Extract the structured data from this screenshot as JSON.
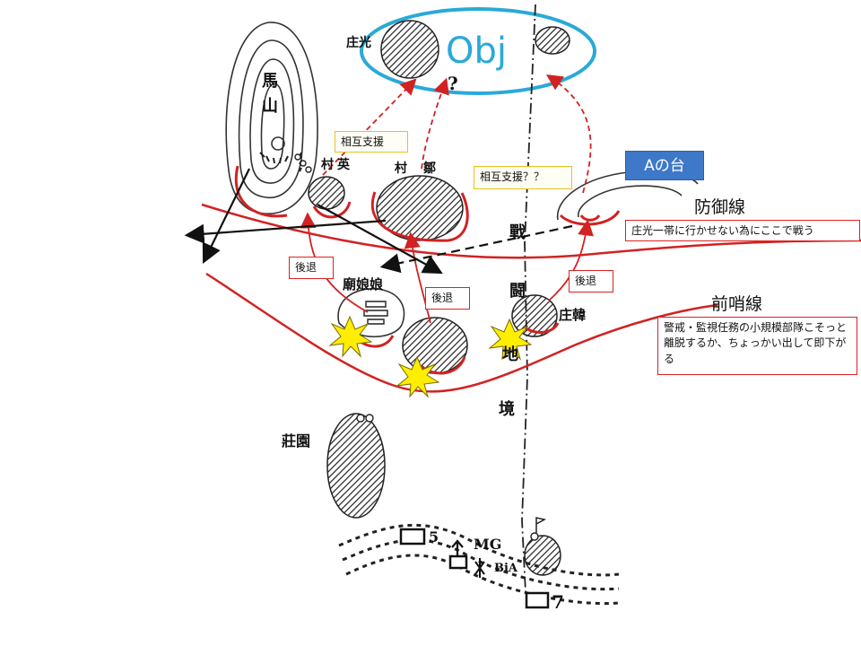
{
  "map_labels": {
    "mayama": [
      "馬",
      "山"
    ],
    "shoko": "庄光",
    "question": "?",
    "muraei": [
      "村",
      "英"
    ],
    "muragou": [
      "村",
      "鄒"
    ],
    "senti_vertical": [
      "戰",
      "闘",
      "地",
      "境"
    ],
    "nyanya": "廟娘娘",
    "shoka": "庄韓",
    "souen": "莊園",
    "mg": "MG",
    "bia": "BiA",
    "num5": "5",
    "num7": "7"
  },
  "annotations": {
    "obj": "Obj",
    "a_plateau": "Aの台",
    "bougyo_sen": "防御線",
    "zenshou_sen": "前哨線",
    "bougyo_note": "庄光一帯に行かせない為にここで戦う",
    "zenshou_note": "警戒・監視任務の小規模部隊こそっと離脱するか、ちょっかい出して即下がる",
    "sougo1": "相互支援",
    "sougo2": "相互支援？？",
    "koutai1": "後退",
    "koutai2": "後退",
    "koutai3": "後退"
  },
  "colors": {
    "front_line": "#d22222",
    "obj_ellipse": "#2aa9d8",
    "a_plateau_box": "#3e78c8",
    "explosion": "#ffee00",
    "note_border_red": "#d22222",
    "note_border_yellow": "#e8c020"
  }
}
